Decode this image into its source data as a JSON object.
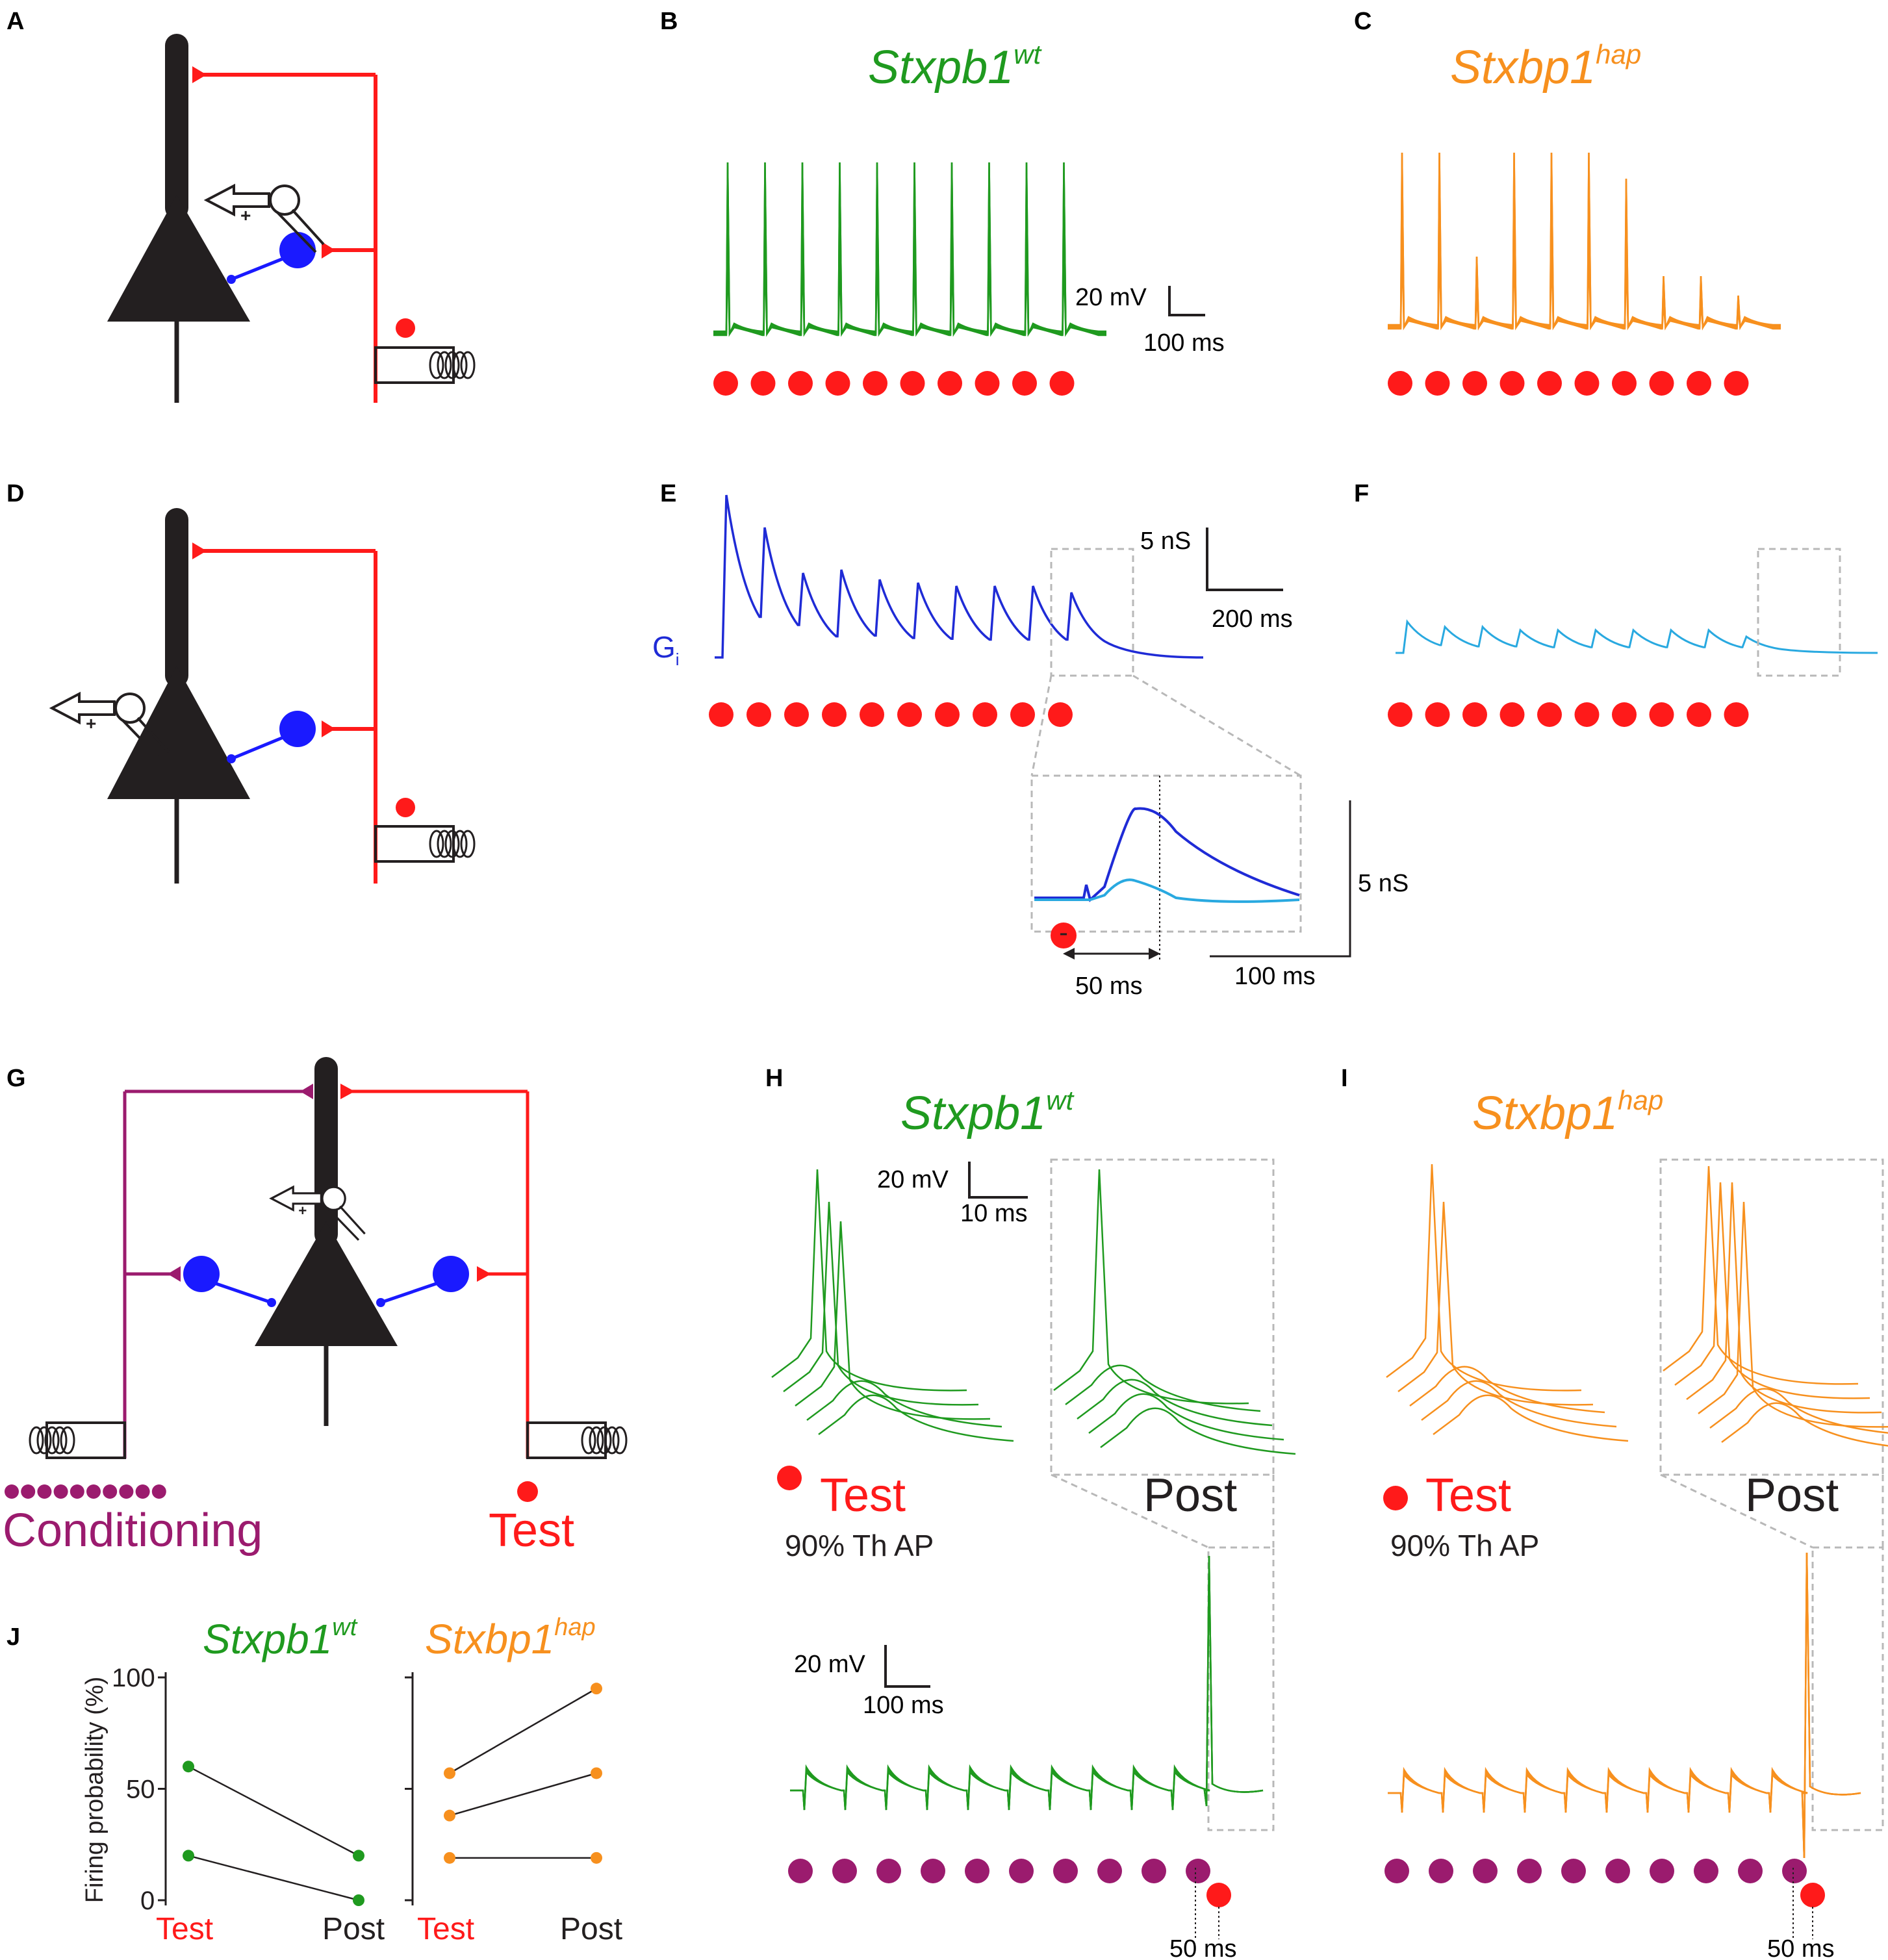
{
  "panels": {
    "a": "A",
    "b": "B",
    "c": "C",
    "d": "D",
    "e": "E",
    "f": "F",
    "g": "G",
    "h": "H",
    "i": "I",
    "j": "J"
  },
  "genotypes": {
    "wt": {
      "base": "Stxpb1",
      "sup": "wt",
      "color": "#1f9a1f"
    },
    "hap": {
      "base": "Stxbp1",
      "sup": "hap",
      "color": "#f7901e"
    }
  },
  "colors": {
    "red": "#ff1a1a",
    "neuron": "#231f20",
    "interneuron": "#1a1aff",
    "conditioning": "#9b1b6e",
    "gi_wt": "#1f2bd6",
    "gi_hap": "#29a9e0",
    "box": "#b8b8b8"
  },
  "scalebars": {
    "b": {
      "v": "20 mV",
      "h": "100 ms"
    },
    "e": {
      "v": "5 nS",
      "h": "200 ms"
    },
    "inset": {
      "v": "5 nS",
      "h": "100 ms",
      "delay": "50 ms"
    },
    "h_top": {
      "v": "20 mV",
      "h": "10 ms"
    },
    "h_bottom": {
      "v": "20 mV",
      "h": "100 ms",
      "delay": "50 ms"
    },
    "i_bottom": {
      "delay": "50 ms"
    }
  },
  "gi": {
    "label": "G",
    "sub": "i"
  },
  "schematic_g": {
    "conditioning": "Conditioning",
    "test": "Test"
  },
  "trace_labels": {
    "test": "Test",
    "post": "Post",
    "threshold": "90% Th AP"
  },
  "stimulus_counts": {
    "train": 10,
    "conditioning": 10,
    "test": 1
  },
  "chart_data": [
    {
      "type": "line",
      "title": "Stxpb1wt",
      "ylabel": "Firing probability (%)",
      "categories": [
        "Test",
        "Post"
      ],
      "ylim": [
        0,
        100
      ],
      "yticks": [
        "100",
        "50",
        "0"
      ],
      "series": [
        {
          "values": [
            60,
            20
          ]
        },
        {
          "values": [
            20,
            0
          ]
        }
      ]
    },
    {
      "type": "line",
      "title": "Stxbp1hap",
      "categories": [
        "Test",
        "Post"
      ],
      "ylim": [
        0,
        100
      ],
      "series": [
        {
          "values": [
            57,
            95
          ]
        },
        {
          "values": [
            38,
            57
          ]
        },
        {
          "values": [
            19,
            19
          ]
        }
      ]
    }
  ]
}
